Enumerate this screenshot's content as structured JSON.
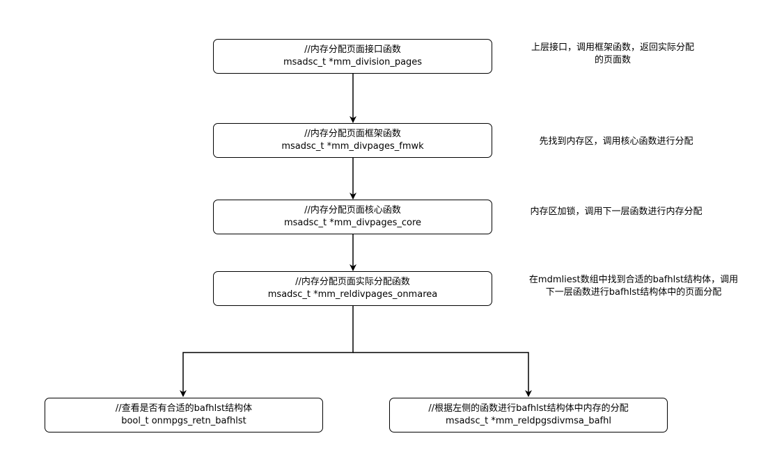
{
  "nodes": [
    {
      "title": "//内存分配页面接口函数",
      "signature": "msadsc_t *mm_division_pages"
    },
    {
      "title": "//内存分配页面框架函数",
      "signature": "msadsc_t *mm_divpages_fmwk"
    },
    {
      "title": "//内存分配页面核心函数",
      "signature": "msadsc_t *mm_divpages_core"
    },
    {
      "title": "//内存分配页面实际分配函数",
      "signature": "msadsc_t *mm_reldivpages_onmarea"
    },
    {
      "title": "//查看是否有合适的bafhlst结构体",
      "signature": "bool_t onmpgs_retn_bafhlst"
    },
    {
      "title": "//根据左侧的函数进行bafhlst结构体中内存的分配",
      "signature": "msadsc_t *mm_reldpgsdivmsa_bafhl"
    }
  ],
  "notes": [
    {
      "line1": "上层接口，调用框架函数，返回实际分配",
      "line2": "的页面数"
    },
    {
      "line1": "先找到内存区，调用核心函数进行分配"
    },
    {
      "line1": "内存区加锁，调用下一层函数进行内存分配"
    },
    {
      "line1": "在mdmliest数组中找到合适的bafhlst结构体，调用",
      "line2": "下一层函数进行bafhlst结构体中的页面分配"
    }
  ]
}
